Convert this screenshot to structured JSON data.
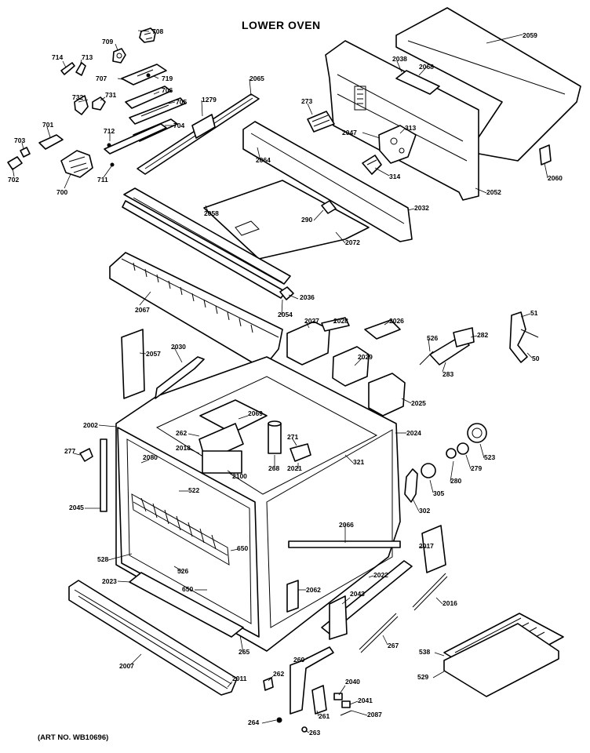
{
  "title": "LOWER OVEN",
  "art_number": "(ART NO. WB10696)",
  "parts": [
    {
      "id": "p708",
      "label": "708"
    },
    {
      "id": "p709",
      "label": "709"
    },
    {
      "id": "p714",
      "label": "714"
    },
    {
      "id": "p713",
      "label": "713"
    },
    {
      "id": "p707",
      "label": "707"
    },
    {
      "id": "p719",
      "label": "719"
    },
    {
      "id": "p706",
      "label": "706"
    },
    {
      "id": "p732",
      "label": "732"
    },
    {
      "id": "p731",
      "label": "731"
    },
    {
      "id": "p705",
      "label": "705"
    },
    {
      "id": "p1279",
      "label": "1279"
    },
    {
      "id": "p2065",
      "label": "2065"
    },
    {
      "id": "p704",
      "label": "704"
    },
    {
      "id": "p701",
      "label": "701"
    },
    {
      "id": "p712",
      "label": "712"
    },
    {
      "id": "p703",
      "label": "703"
    },
    {
      "id": "p702",
      "label": "702"
    },
    {
      "id": "p700",
      "label": "700"
    },
    {
      "id": "p711",
      "label": "711"
    },
    {
      "id": "p2038a",
      "label": "2038"
    },
    {
      "id": "p2068",
      "label": "2068"
    },
    {
      "id": "p2059",
      "label": "2059"
    },
    {
      "id": "p273",
      "label": "273"
    },
    {
      "id": "p2047",
      "label": "2047"
    },
    {
      "id": "p313",
      "label": "313"
    },
    {
      "id": "p314",
      "label": "314"
    },
    {
      "id": "p2064",
      "label": "2064"
    },
    {
      "id": "p2052",
      "label": "2052"
    },
    {
      "id": "p2060",
      "label": "2060"
    },
    {
      "id": "p2032",
      "label": "2032"
    },
    {
      "id": "p290",
      "label": "290"
    },
    {
      "id": "p2072",
      "label": "2072"
    },
    {
      "id": "p2058",
      "label": "2058"
    },
    {
      "id": "p2036",
      "label": "2036"
    },
    {
      "id": "p2067",
      "label": "2067"
    },
    {
      "id": "p2054",
      "label": "2054"
    },
    {
      "id": "p2027",
      "label": "2027"
    },
    {
      "id": "p2028",
      "label": "2028"
    },
    {
      "id": "p2026",
      "label": "2026"
    },
    {
      "id": "p2057",
      "label": "2057"
    },
    {
      "id": "p2030",
      "label": "2030"
    },
    {
      "id": "p2029",
      "label": "2029"
    },
    {
      "id": "p526",
      "label": "526"
    },
    {
      "id": "p282",
      "label": "282"
    },
    {
      "id": "p283",
      "label": "283"
    },
    {
      "id": "p51",
      "label": "51"
    },
    {
      "id": "p50",
      "label": "50"
    },
    {
      "id": "p2025",
      "label": "2025"
    },
    {
      "id": "p2002",
      "label": "2002"
    },
    {
      "id": "p2069",
      "label": "2069"
    },
    {
      "id": "p262",
      "label": "262"
    },
    {
      "id": "p2018",
      "label": "2018"
    },
    {
      "id": "p2100",
      "label": "2100"
    },
    {
      "id": "p268",
      "label": "268"
    },
    {
      "id": "p271",
      "label": "271"
    },
    {
      "id": "p2021",
      "label": "2021"
    },
    {
      "id": "p321",
      "label": "321"
    },
    {
      "id": "p2024",
      "label": "2024"
    },
    {
      "id": "p523",
      "label": "523"
    },
    {
      "id": "p277",
      "label": "277"
    },
    {
      "id": "p2080",
      "label": "2080"
    },
    {
      "id": "p279",
      "label": "279"
    },
    {
      "id": "p280",
      "label": "280"
    },
    {
      "id": "p522",
      "label": "522"
    },
    {
      "id": "p305",
      "label": "305"
    },
    {
      "id": "p2045",
      "label": "2045"
    },
    {
      "id": "p302",
      "label": "302"
    },
    {
      "id": "p2066",
      "label": "2066"
    },
    {
      "id": "p650a",
      "label": "650"
    },
    {
      "id": "p528",
      "label": "528"
    },
    {
      "id": "p526b",
      "label": "526"
    },
    {
      "id": "p2017",
      "label": "2017"
    },
    {
      "id": "p2023",
      "label": "2023"
    },
    {
      "id": "p650b",
      "label": "650"
    },
    {
      "id": "p2062",
      "label": "2062"
    },
    {
      "id": "p2022",
      "label": "2022"
    },
    {
      "id": "p2043",
      "label": "2043"
    },
    {
      "id": "p2016",
      "label": "2016"
    },
    {
      "id": "p265",
      "label": "265"
    },
    {
      "id": "p267",
      "label": "267"
    },
    {
      "id": "p2007",
      "label": "2007"
    },
    {
      "id": "p260",
      "label": "260"
    },
    {
      "id": "p538",
      "label": "538"
    },
    {
      "id": "p262b",
      "label": "262"
    },
    {
      "id": "p529",
      "label": "529"
    },
    {
      "id": "p2011",
      "label": "2011"
    },
    {
      "id": "p2040",
      "label": "2040"
    },
    {
      "id": "p2041",
      "label": "2041"
    },
    {
      "id": "p261",
      "label": "261"
    },
    {
      "id": "p264",
      "label": "264"
    },
    {
      "id": "p2087",
      "label": "2087"
    },
    {
      "id": "p263",
      "label": "263"
    }
  ]
}
